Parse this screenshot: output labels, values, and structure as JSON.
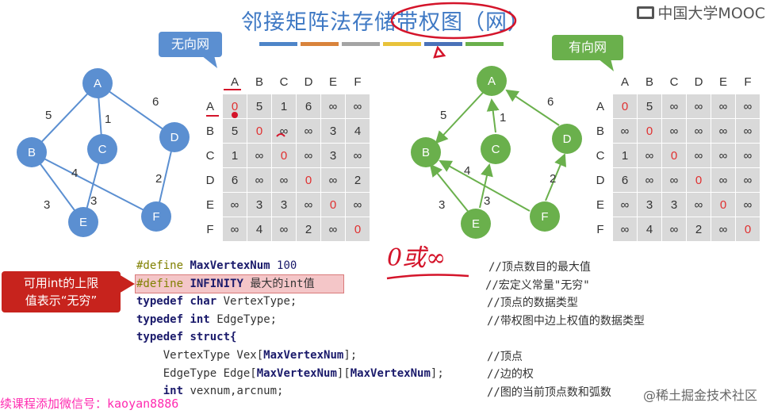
{
  "slide": {
    "title": "邻接矩阵法存储带权图（网）",
    "logo_text": "中国大学MOOC",
    "color_bars": [
      "#4e85c8",
      "#d9833b",
      "#a4a4a4",
      "#e8c23a",
      "#4a72b8",
      "#6ab04c"
    ],
    "callouts": {
      "undirected": "无向网",
      "directed": "有向网",
      "infinity_line1": "可用int的上限",
      "infinity_line2": "值表示“无穷”"
    }
  },
  "undirected_graph": {
    "node_color": "#5b8fd1",
    "edge_color": "#5b8fd1",
    "nodes": [
      "A",
      "B",
      "C",
      "D",
      "E",
      "F"
    ],
    "edge_weights": [
      "5",
      "1",
      "6",
      "4",
      "3",
      "3",
      "2"
    ]
  },
  "directed_graph": {
    "node_color": "#6ab04c",
    "edge_color": "#6ab04c",
    "nodes": [
      "A",
      "B",
      "C",
      "D",
      "E",
      "F"
    ],
    "edge_weights": [
      "5",
      "1",
      "6",
      "4",
      "3",
      "3",
      "2"
    ]
  },
  "undirected_matrix": {
    "headers": [
      "A",
      "B",
      "C",
      "D",
      "E",
      "F"
    ],
    "rows": [
      [
        "0",
        "5",
        "1",
        "6",
        "∞",
        "∞"
      ],
      [
        "5",
        "0",
        "∞",
        "∞",
        "3",
        "4"
      ],
      [
        "1",
        "∞",
        "0",
        "∞",
        "3",
        "∞"
      ],
      [
        "6",
        "∞",
        "∞",
        "0",
        "∞",
        "2"
      ],
      [
        "∞",
        "3",
        "3",
        "∞",
        "0",
        "∞"
      ],
      [
        "∞",
        "4",
        "∞",
        "2",
        "∞",
        "0"
      ]
    ]
  },
  "directed_matrix": {
    "headers": [
      "A",
      "B",
      "C",
      "D",
      "E",
      "F"
    ],
    "rows": [
      [
        "0",
        "5",
        "∞",
        "∞",
        "∞",
        "∞"
      ],
      [
        "∞",
        "0",
        "∞",
        "∞",
        "∞",
        "∞"
      ],
      [
        "1",
        "∞",
        "0",
        "∞",
        "∞",
        "∞"
      ],
      [
        "6",
        "∞",
        "∞",
        "0",
        "∞",
        "∞"
      ],
      [
        "∞",
        "3",
        "3",
        "∞",
        "0",
        "∞"
      ],
      [
        "∞",
        "4",
        "∞",
        "2",
        "∞",
        "0"
      ]
    ]
  },
  "handwriting": {
    "note": "0或∞",
    "color": "#d4142a"
  },
  "code": {
    "l1_pp": "#define",
    "l1_name": "MaxVertexNum",
    "l1_val": "100",
    "l2_pp": "#define",
    "l2_name": "INFINITY",
    "l2_val": "最大的int值",
    "l3_kw1": "typedef",
    "l3_kw2": "char",
    "l3_rest": "VertexType;",
    "l4_kw1": "typedef",
    "l4_kw2": "int",
    "l4_rest": "EdgeType;",
    "l5_kw1": "typedef",
    "l5_kw2": "struct{",
    "l6_a": "VertexType Vex[",
    "l6_b": "MaxVertexNum",
    "l6_c": "];",
    "l7_a": "EdgeType Edge[",
    "l7_b": "MaxVertexNum",
    "l7_c": "][",
    "l7_d": "MaxVertexNum",
    "l7_e": "];",
    "l8_kw": "int",
    "l8_rest": "vexnum,arcnum;",
    "comments": [
      "//顶点数目的最大值",
      "//宏定义常量\"无穷\"",
      "//顶点的数据类型",
      "//带权图中边上权值的数据类型",
      "//顶点",
      "//边的权",
      "//图的当前顶点数和弧数"
    ]
  },
  "watermarks": {
    "left": "续课程添加微信号：kaoyan8886",
    "right": "@稀土掘金技术社区"
  }
}
